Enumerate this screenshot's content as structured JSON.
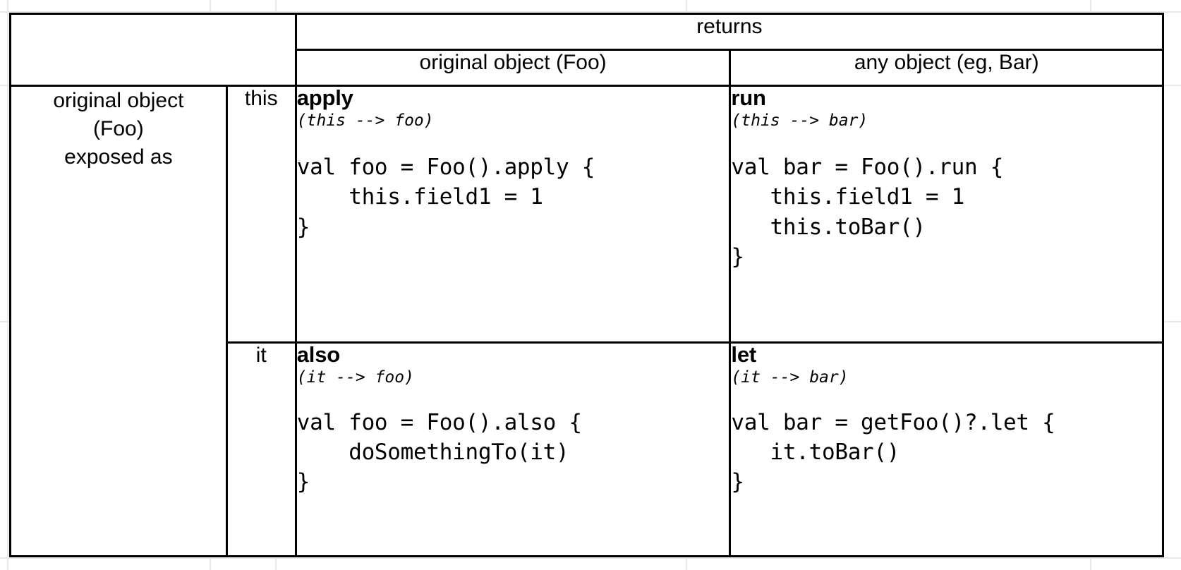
{
  "background_grid": {
    "color": "#e8e8e8",
    "vertical_x": [
      10,
      297,
      390,
      972,
      1545
    ],
    "horizontal_y": [
      16,
      120,
      455,
      790
    ]
  },
  "table": {
    "border_color": "#000000",
    "header": {
      "corner_blank": "",
      "returns_label": "returns",
      "columns": [
        {
          "label": "original object (Foo)"
        },
        {
          "label": "any object (eg, Bar)"
        }
      ]
    },
    "row_header_label": "original object\n(Foo)\nexposed as",
    "row_header_lines": {
      "line1": "original object",
      "line2": "(Foo)",
      "line3": "exposed as"
    },
    "rows": [
      {
        "exposed_as": "this",
        "cells": [
          {
            "name": "apply",
            "signature": "(this --> foo)",
            "code": "val foo = Foo().apply {\n    this.field1 = 1\n}"
          },
          {
            "name": "run",
            "signature": "(this --> bar)",
            "code": "val bar = Foo().run {\n   this.field1 = 1\n   this.toBar()\n}"
          }
        ]
      },
      {
        "exposed_as": "it",
        "cells": [
          {
            "name": "also",
            "signature": "(it --> foo)",
            "code": "val foo = Foo().also {\n    doSomethingTo(it)\n}"
          },
          {
            "name": "let",
            "signature": "(it --> bar)",
            "code": "val bar = getFoo()?.let {\n   it.toBar()\n}"
          }
        ]
      }
    ]
  }
}
